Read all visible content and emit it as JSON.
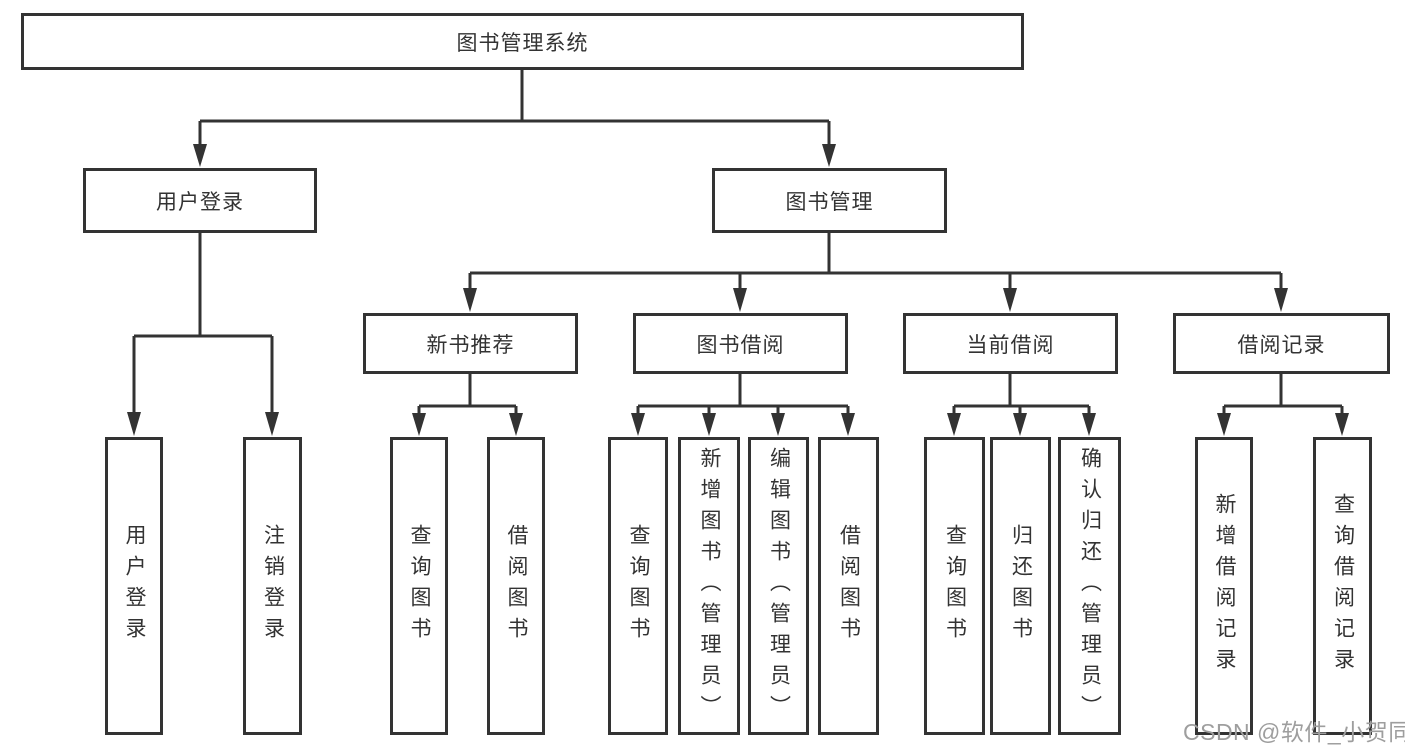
{
  "diagram": {
    "type": "hierarchy-tree",
    "title": "图书管理系统"
  },
  "colors": {
    "line": "#333333",
    "box_border": "#333333",
    "text": "#333333",
    "background": "#ffffff",
    "watermark": "#9e9e9e"
  },
  "watermark": {
    "text": "CSDN @软件_小贺同学"
  },
  "tree": {
    "label": "图书管理系统",
    "children": [
      {
        "label": "用户登录",
        "children": [
          {
            "label": "用户登录"
          },
          {
            "label": "注销登录"
          }
        ]
      },
      {
        "label": "图书管理",
        "children": [
          {
            "label": "新书推荐",
            "children": [
              {
                "label": "查询图书"
              },
              {
                "label": "借阅图书"
              }
            ]
          },
          {
            "label": "图书借阅",
            "children": [
              {
                "label": "查询图书"
              },
              {
                "label": "新增图书（管理员）"
              },
              {
                "label": "编辑图书（管理员）"
              },
              {
                "label": "借阅图书"
              }
            ]
          },
          {
            "label": "当前借阅",
            "children": [
              {
                "label": "查询图书"
              },
              {
                "label": "归还图书"
              },
              {
                "label": "确认归还（管理员）"
              }
            ]
          },
          {
            "label": "借阅记录",
            "children": [
              {
                "label": "新增借阅记录"
              },
              {
                "label": "查询借阅记录"
              }
            ]
          }
        ]
      }
    ]
  }
}
